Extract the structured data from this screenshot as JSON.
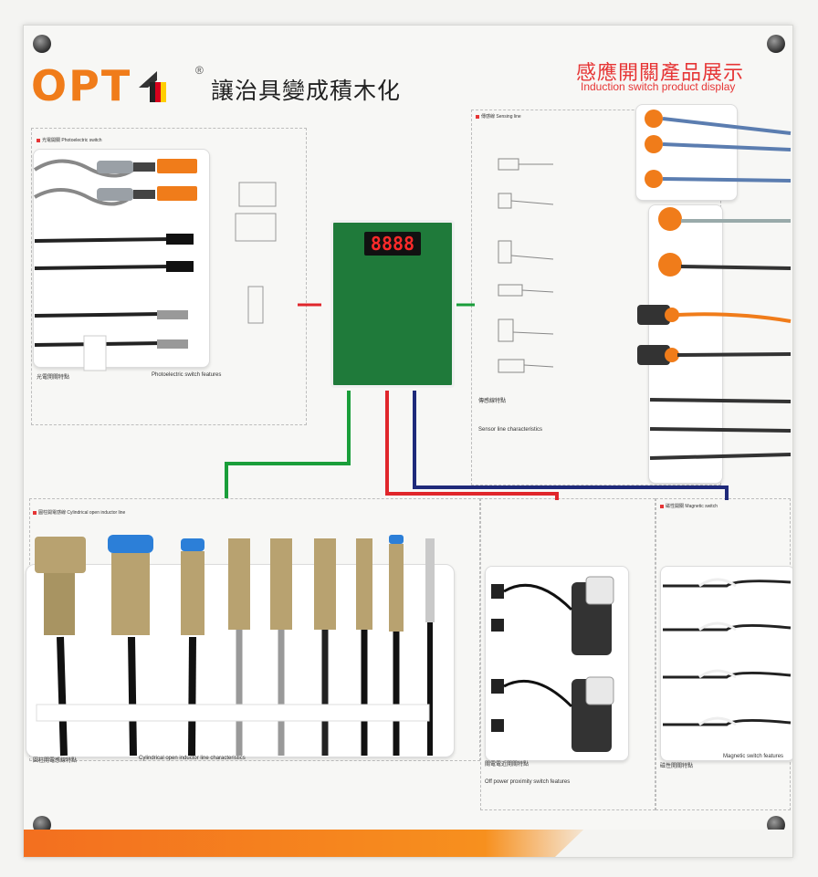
{
  "brand": {
    "logo_text": "OPT",
    "registered_mark": "®"
  },
  "slogan": "讓治具變成積木化",
  "title": {
    "cn": "感應開關產品展示",
    "en": "Induction switch product display"
  },
  "sections": {
    "photoelectric": {
      "label_cn": "光電開關",
      "label_en": "Photoelectric switch",
      "features_cn": "光電開關特點",
      "features_en": "Photoelectric switch features"
    },
    "sensing_line": {
      "label_cn": "傳感線",
      "label_en": "Sensing line",
      "features_cn": "傳感線特點",
      "features_en": "Sensor line characteristics"
    },
    "cylindrical": {
      "label_cn": "圓柱開電感線",
      "label_en": "Cylindrical open inductor line",
      "features_cn": "圓柱開電感線特點",
      "features_en": "Cylindrical open inductor line characteristics"
    },
    "off_power": {
      "features_cn": "關電電近開關特點",
      "features_en": "Off power proximity switch features"
    },
    "magnetic": {
      "label_cn": "磁性開關",
      "label_en": "Magnetic switch",
      "features_cn": "磁性開關特點",
      "features_en": "Magnetic switch features"
    }
  },
  "controller": {
    "display": "8888"
  },
  "colors": {
    "accent_orange": "#f07c1a",
    "title_red": "#e63535",
    "wire_green": "#1a9e3a",
    "wire_red": "#e0262b",
    "wire_navy": "#1f2a7a"
  }
}
